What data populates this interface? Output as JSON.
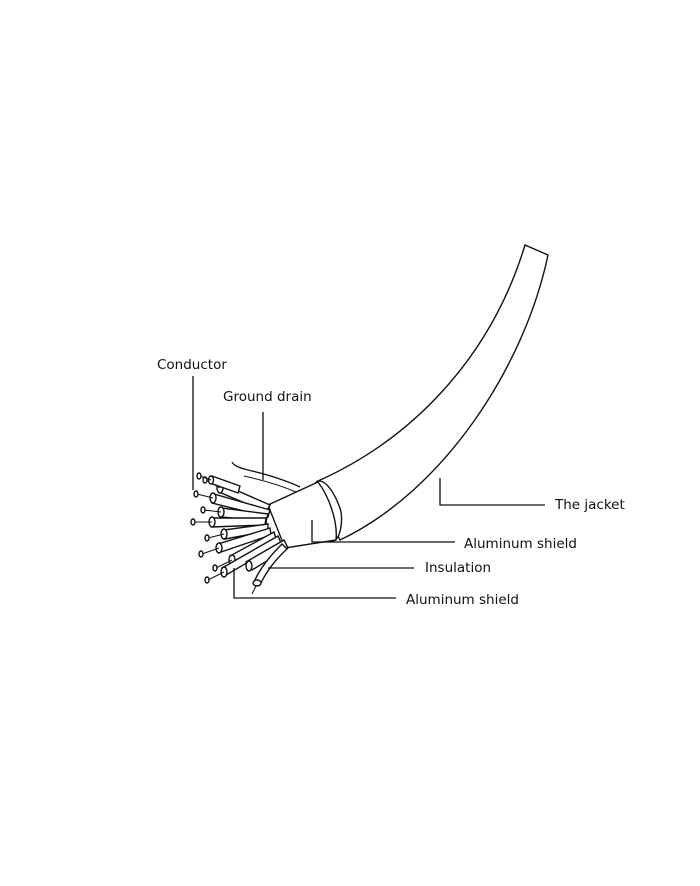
{
  "labels": {
    "conductor": "Conductor",
    "ground_drain": "Ground drain",
    "jacket": "The jacket",
    "aluminum_shield_outer": "Aluminum shield",
    "insulation": "Insulation",
    "aluminum_shield_inner": "Aluminum shield"
  },
  "colors": {
    "line": "#111111",
    "background": "#ffffff"
  }
}
